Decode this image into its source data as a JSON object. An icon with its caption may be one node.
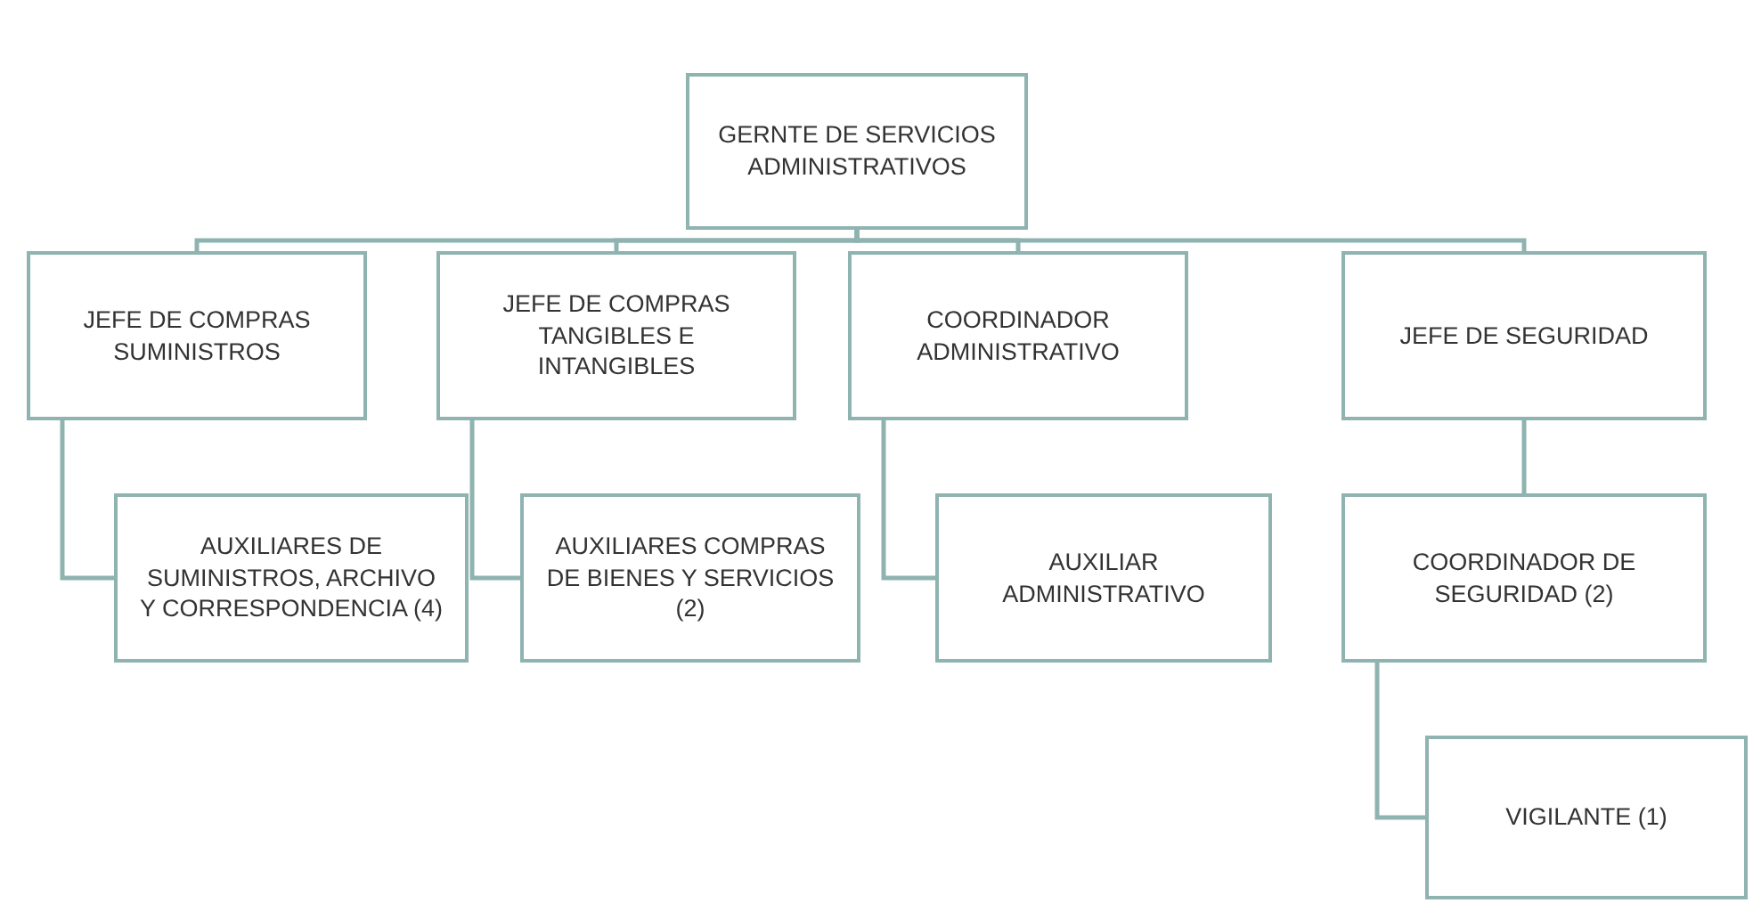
{
  "diagram": {
    "nodes": [
      {
        "text": [
          "GERNTE DE SERVICIOS ADMINISTRATIVOS"
        ]
      },
      {
        "text": [
          "JEFE DE COMPRAS SUMINISTROS"
        ]
      },
      {
        "text": [
          "JEFE DE COMPRAS TANGIBLES E INTANGIBLES"
        ]
      },
      {
        "text": [
          "COORDINADOR ADMINISTRATIVO"
        ]
      },
      {
        "text": [
          "JEFE DE SEGURIDAD"
        ]
      },
      {
        "text": [
          "AUXILIARES DE SUMINISTROS, ARCHIVO Y CORRESPONDENCIA (4)"
        ]
      },
      {
        "text": [
          "AUXILIARES COMPRAS DE BIENES Y SERVICIOS (2)"
        ]
      },
      {
        "text": [
          "AUXILIAR ADMINISTRATIVO"
        ]
      },
      {
        "text": [
          "COORDINADOR DE SEGURIDAD (2)"
        ]
      },
      {
        "text": [
          "VIGILANTE (1)"
        ]
      }
    ],
    "edges": [
      {
        "from": 0,
        "to": 1,
        "arrow": "none"
      },
      {
        "from": 0,
        "to": 2,
        "arrow": "none"
      },
      {
        "from": 0,
        "to": 3,
        "arrow": "none"
      },
      {
        "from": 0,
        "to": 4,
        "arrow": "none"
      },
      {
        "from": 1,
        "to": 5,
        "arrow": "none"
      },
      {
        "from": 2,
        "to": 6,
        "arrow": "none"
      },
      {
        "from": 3,
        "to": 7,
        "arrow": "none"
      },
      {
        "from": 4,
        "to": 8,
        "arrow": "none"
      },
      {
        "from": 8,
        "to": 9,
        "arrow": "none"
      }
    ]
  }
}
